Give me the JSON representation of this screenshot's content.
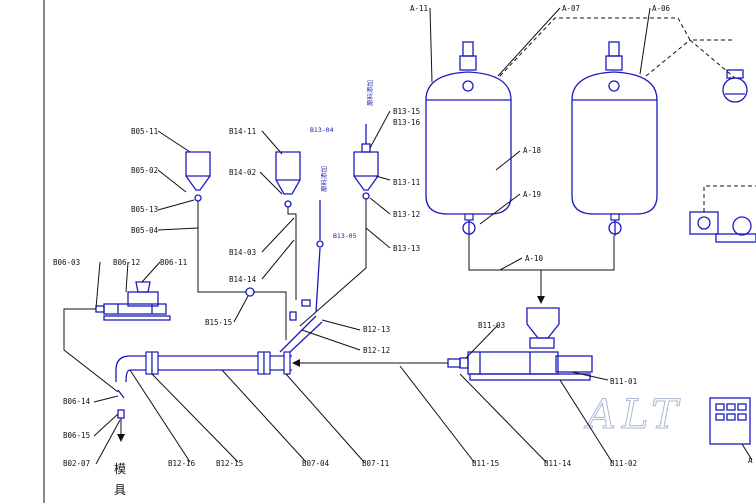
{
  "labels": {
    "a11": "A-11",
    "a07": "A-07",
    "a06": "A-06",
    "a18": "A-18",
    "a19": "A-19",
    "a10": "A-10",
    "a_edge": "A",
    "b05_11": "B05-11",
    "b05_02": "B05-02",
    "b05_13": "B05-13",
    "b05_04": "B05-04",
    "b14_11": "B14-11",
    "b14_02": "B14-02",
    "b14_03": "B14-03",
    "b14_14": "B14-14",
    "b15_15": "B15-15",
    "b13_04": "B13-04",
    "b13_15": "B13-15",
    "b13_16": "B13-16",
    "b13_11": "B13-11",
    "b13_12": "B13-12",
    "b13_13": "B13-13",
    "b13_05": "B13-05",
    "b12_13": "B12-13",
    "b12_12": "B12-12",
    "b12_16": "B12-16",
    "b12_15": "B12-15",
    "b06_03": "B06-03",
    "b06_12": "B06-12",
    "b06_11": "B06-11",
    "b06_14": "B06-14",
    "b06_15": "B06-15",
    "b02_07": "B02-07",
    "b07_04": "B07-04",
    "b07_11": "B07-11",
    "b11_03": "B11-03",
    "b11_01": "B11-01",
    "b11_02": "B11-02",
    "b11_14": "B11-14",
    "b11_15": "B11-15"
  },
  "blue_notes": {
    "n1": "原料添加",
    "n2": "原料添加"
  },
  "mold_label": {
    "c1": "模",
    "c2": "具"
  },
  "watermark": "ALT",
  "colors": {
    "equipment": "#1b1bc0",
    "line": "#111111",
    "watermark": "#a9b8d8"
  }
}
